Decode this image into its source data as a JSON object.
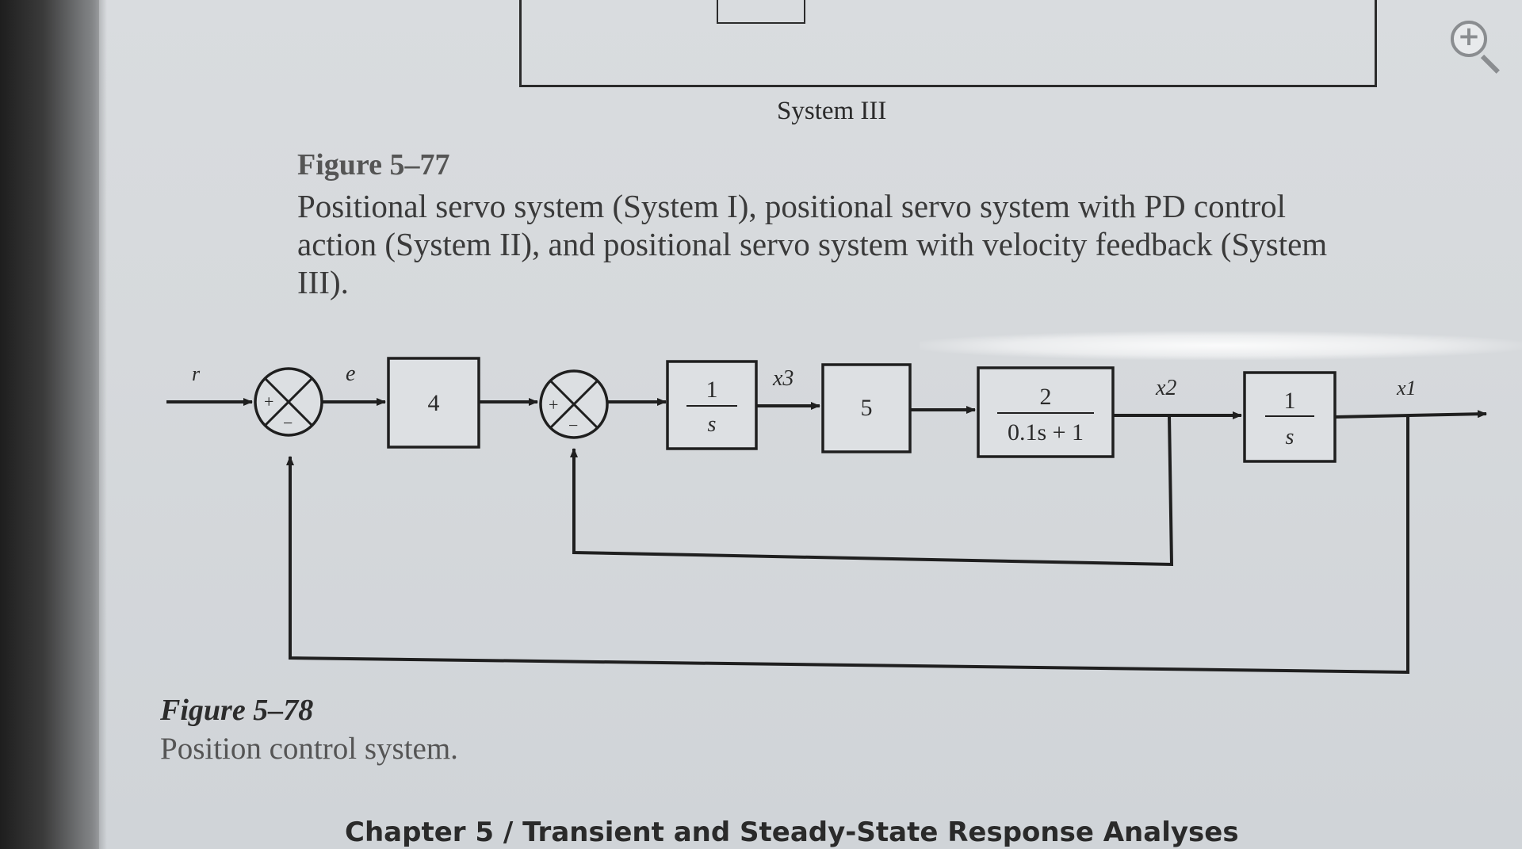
{
  "top_section": {
    "system_label": "System III"
  },
  "figure_5_77": {
    "title": "Figure 5–77",
    "caption": "Positional servo system (System I), positional servo system with PD control action (System II), and positional servo system with velocity feedback (System III)."
  },
  "diagram": {
    "signals": {
      "input": "r",
      "error": "e",
      "x3": "x3",
      "x2": "x2",
      "x1": "x1"
    },
    "summing_junction_signs": [
      "+",
      "−",
      "+",
      "−"
    ],
    "blocks": [
      {
        "numerator": "",
        "denominator": "",
        "text": "4"
      },
      {
        "numerator": "1",
        "denominator": "s",
        "text": ""
      },
      {
        "numerator": "",
        "denominator": "",
        "text": "5"
      },
      {
        "numerator": "2",
        "denominator": "0.1s + 1",
        "text": ""
      },
      {
        "numerator": "1",
        "denominator": "s",
        "text": ""
      }
    ]
  },
  "figure_5_78": {
    "title": "Figure 5–78",
    "caption": "Position control system."
  },
  "footer": {
    "text": "Chapter 5   /   Transient and Steady-State Response Analyses"
  },
  "zoom_icon": "zoom-in-icon"
}
